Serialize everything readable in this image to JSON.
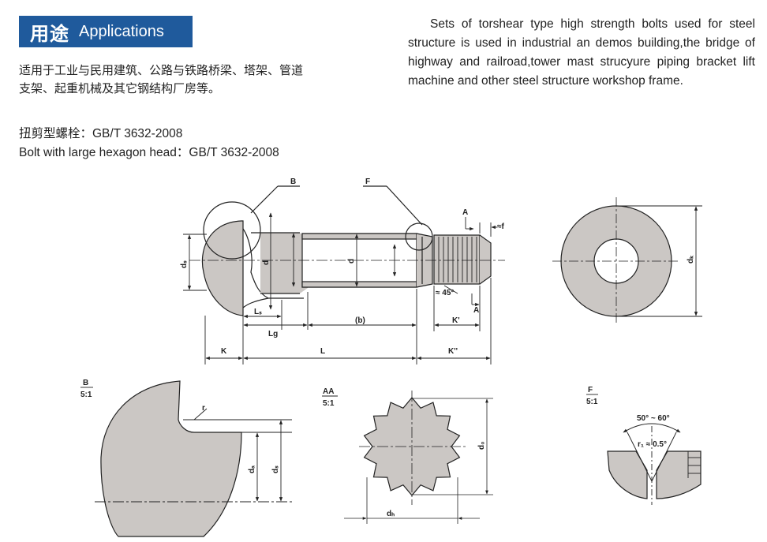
{
  "header": {
    "title_cn": "用途",
    "title_en": "Applications",
    "color": "#1f5a9c"
  },
  "applications": {
    "cn_line1": "适用于工业与民用建筑、公路与铁路桥梁、塔架、管道",
    "cn_line2": "支架、起重机械及其它钢结构厂房等。",
    "en_text": "Sets of torshear type high strength bolts used for steel structure  is used in industrial an demos building,the bridge of highway and railroad,tower mast strucyure piping bracket lift machine and other steel structure workshop frame."
  },
  "standard": {
    "cn": "扭剪型螺栓：GB/T 3632-2008",
    "en": "Bolt with large hexagon head：GB/T 3632-2008"
  },
  "drawing": {
    "fill_color": "#cbc7c4",
    "labels": {
      "B": "B",
      "F": "F",
      "A": "A",
      "A2": "A",
      "f": "≈f",
      "ds": "dₛ",
      "dw": "d",
      "d": "d",
      "dk": "dₖ",
      "angle45": "≈ 45°",
      "Ls": "Lₛ",
      "Lg": "Lg",
      "b": "(b)",
      "Kp": "K'",
      "K": "K",
      "L": "L",
      "Kpp": "K''",
      "dk2": "dₖ"
    },
    "detail_B": {
      "title": "B",
      "scale": "5:1",
      "r": "r",
      "da": "dₐ",
      "ds": "dₛ"
    },
    "detail_AA": {
      "title": "AA",
      "scale": "5:1",
      "d0": "d₀",
      "db": "dₕ"
    },
    "detail_F": {
      "title": "F",
      "scale": "5:1",
      "angle": "50° ~ 60°",
      "r1": "r₁ ≈ 0.5°"
    }
  }
}
